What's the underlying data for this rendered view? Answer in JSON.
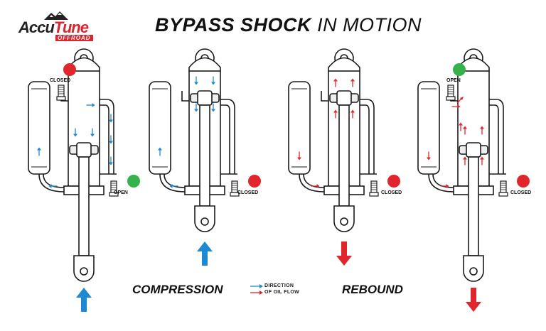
{
  "logo": {
    "part1": "Accu",
    "part2": "Tune",
    "sub": "OFFROAD"
  },
  "title": {
    "bold": "BYPASS SHOCK",
    "thin": "IN MOTION"
  },
  "labels": {
    "compression": "COMPRESSION",
    "rebound": "REBOUND"
  },
  "legend": {
    "line1": "DIRECTION",
    "line2": "OF OIL FLOW"
  },
  "colors": {
    "compression_flow": "#1e88d2",
    "rebound_flow": "#e0262c",
    "valve_open": "#35b34a",
    "valve_closed": "#e0262c",
    "outline": "#1a1a1a"
  },
  "shocks": [
    {
      "phase": "compression",
      "extension": "extended",
      "top_valve": "closed",
      "top_valve_label": "CLOSED",
      "bottom_valve": "open",
      "bottom_valve_label": "OPEN",
      "flow_color": "blue",
      "motion": "up"
    },
    {
      "phase": "compression",
      "extension": "compressed",
      "top_valve": "none",
      "top_valve_label": "",
      "bottom_valve": "closed",
      "bottom_valve_label": "CLOSED",
      "flow_color": "blue",
      "motion": "up"
    },
    {
      "phase": "rebound",
      "extension": "compressed",
      "top_valve": "none",
      "top_valve_label": "",
      "bottom_valve": "closed",
      "bottom_valve_label": "CLOSED",
      "flow_color": "red",
      "motion": "down"
    },
    {
      "phase": "rebound",
      "extension": "extended",
      "top_valve": "open",
      "top_valve_label": "OPEN",
      "bottom_valve": "closed",
      "bottom_valve_label": "CLOSED",
      "flow_color": "red",
      "motion": "down"
    }
  ]
}
